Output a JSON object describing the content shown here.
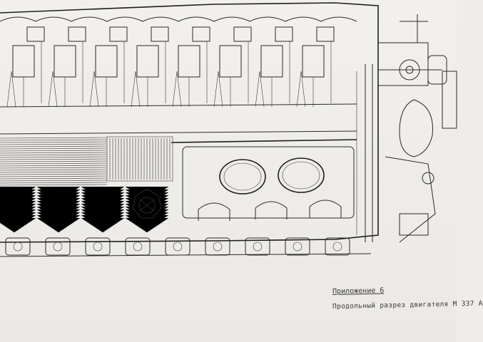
{
  "sheet": {
    "annex_label": "Приложение 6",
    "title": "Продольный разрез двигателя М 337 А"
  },
  "colors": {
    "paper": "#efedea",
    "ink": "#2a2a2a"
  },
  "drawing": {
    "subject": "engine-longitudinal-section",
    "cylinders_visible": 8
  }
}
